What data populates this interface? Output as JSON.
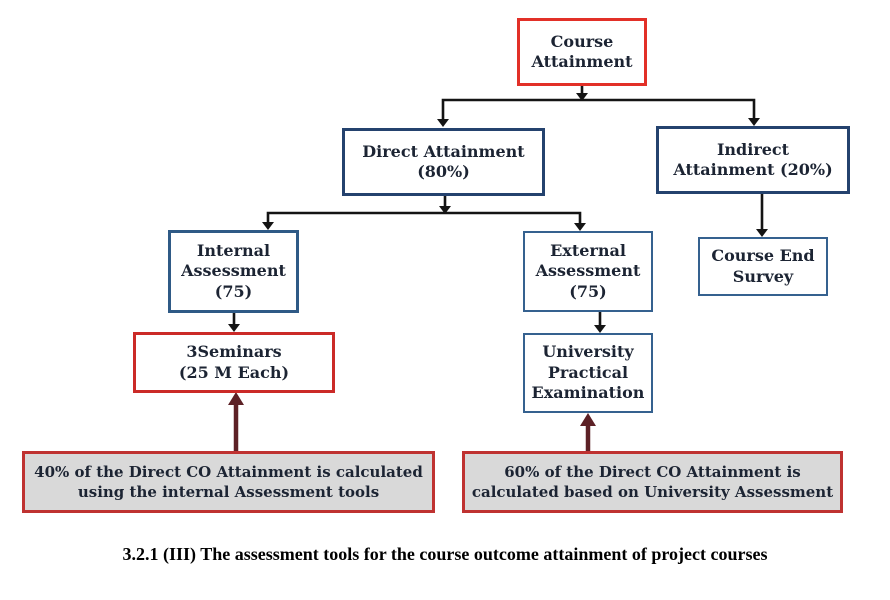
{
  "palette": {
    "red_border": "#e23028",
    "navy_border": "#24426e",
    "steel_border_thick": "#2f5a86",
    "steel_border_thin": "#35618f",
    "seminar_border": "#cb2a28",
    "note_border": "#bf3231",
    "note_background": "#d9d9d9",
    "connector_black": "#141414",
    "connector_maroon": "#5d2126",
    "node_text": "#1c2433",
    "caption_text": "#000000",
    "page_background": "#ffffff"
  },
  "nodes": {
    "course_attainment": "Course\nAttainment",
    "direct_attainment": "Direct Attainment\n(80%)",
    "indirect_attainment": "Indirect\nAttainment (20%)",
    "internal_assessment": "Internal\nAssessment\n(75)",
    "external_assessment": "External\nAssessment\n(75)",
    "course_end_survey": "Course End\nSurvey",
    "seminars": "3Seminars\n(25 M Each)",
    "university_practical": "University\nPractical\nExamination",
    "note_left": "40% of the Direct CO Attainment is calculated\nusing the internal Assessment tools",
    "note_right": "60% of the Direct CO Attainment is\ncalculated based on University Assessment"
  },
  "caption": "3.2.1 (III) The assessment tools for the course outcome attainment of project courses"
}
